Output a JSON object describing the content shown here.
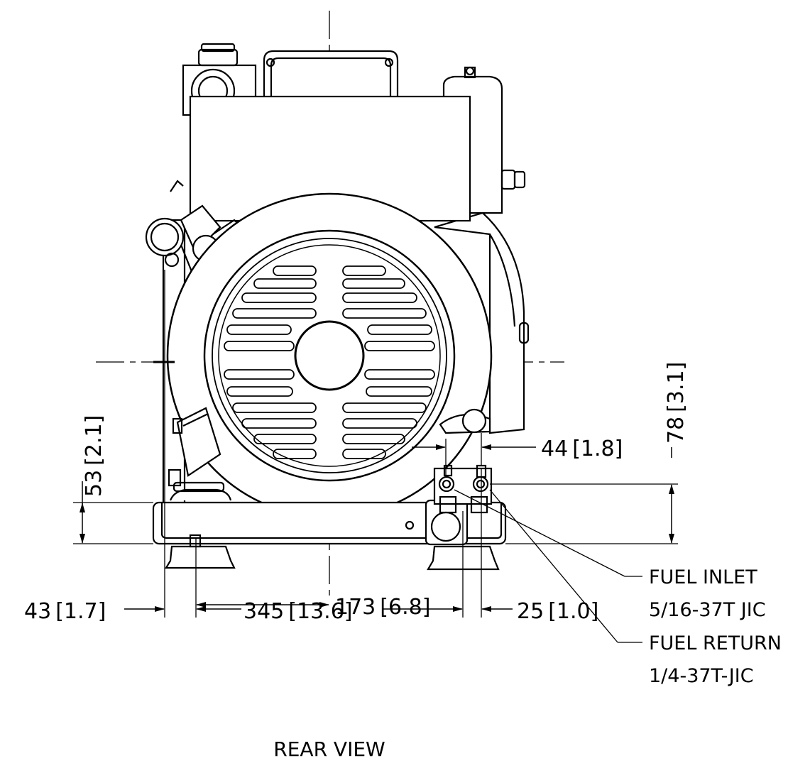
{
  "dimensions": {
    "d53": {
      "mm": "53",
      "in": "2.1"
    },
    "d78": {
      "mm": "78",
      "in": "3.1"
    },
    "d44": {
      "mm": "44",
      "in": "1.8"
    },
    "d173": {
      "mm": "173",
      "in": "6.8"
    },
    "d43": {
      "mm": "43",
      "in": "1.7"
    },
    "d345": {
      "mm": "345",
      "in": "13.6"
    },
    "d25": {
      "mm": "25",
      "in": "1.0"
    }
  },
  "callouts": {
    "fuel_inlet": {
      "name": "FUEL INLET",
      "spec": "5/16-37T JIC"
    },
    "fuel_return": {
      "name": "FUEL RETURN",
      "spec": "1/4-37T-JIC"
    }
  },
  "view_title": "REAR VIEW",
  "colors": {
    "line": "#000000",
    "background": "#ffffff"
  }
}
